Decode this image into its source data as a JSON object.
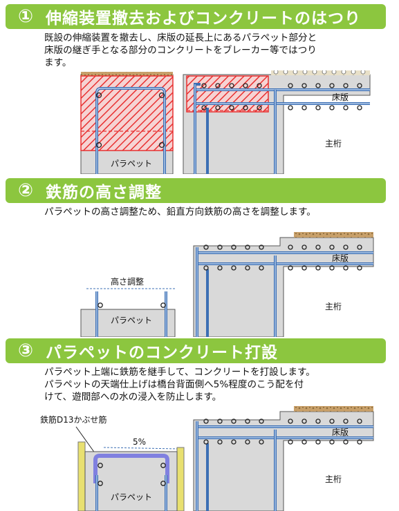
{
  "steps": [
    {
      "number": "①",
      "title": "伸縮装置撤去およびコンクリートのはつり",
      "description_lines": [
        "既設の伸縮装置を撤去し、床版の延長上にあるパラペット部分と",
        "床版の継ぎ手となる部分のコンクリートをブレーカー等ではつり",
        "ます。"
      ],
      "labels": {
        "parapet": "パラペット",
        "slab": "床版",
        "girder": "主桁"
      }
    },
    {
      "number": "②",
      "title": "鉄筋の高さ調整",
      "description_lines": [
        "パラペットの高さ調整ため、鉛直方向鉄筋の高さを調整します。"
      ],
      "labels": {
        "height_adjust": "高さ調整",
        "parapet": "パラペット",
        "slab": "床版",
        "girder": "主桁"
      }
    },
    {
      "number": "③",
      "title": "パラペットのコンクリート打設",
      "description_lines": [
        "パラペット上端に鉄筋を継手して、コンクリートを打設します。",
        "パラペットの天端仕上げは橋台背面側へ5%程度のこう配を付",
        "けて、遊間部への水の浸入を防止します。"
      ],
      "labels": {
        "rebar": "鉄筋D13かぶせ筋",
        "slope": "5%",
        "parapet": "パラペット",
        "slab": "床版",
        "girder": "主桁"
      }
    }
  ],
  "colors": {
    "banner": "#8cc63f",
    "concrete": "#d9d9d9",
    "rebar": "#3c6fb4",
    "hatch": "#e83030",
    "pavement": "#c8a06a",
    "formwork": "#e8e070",
    "new_rebar": "#8080e0"
  }
}
